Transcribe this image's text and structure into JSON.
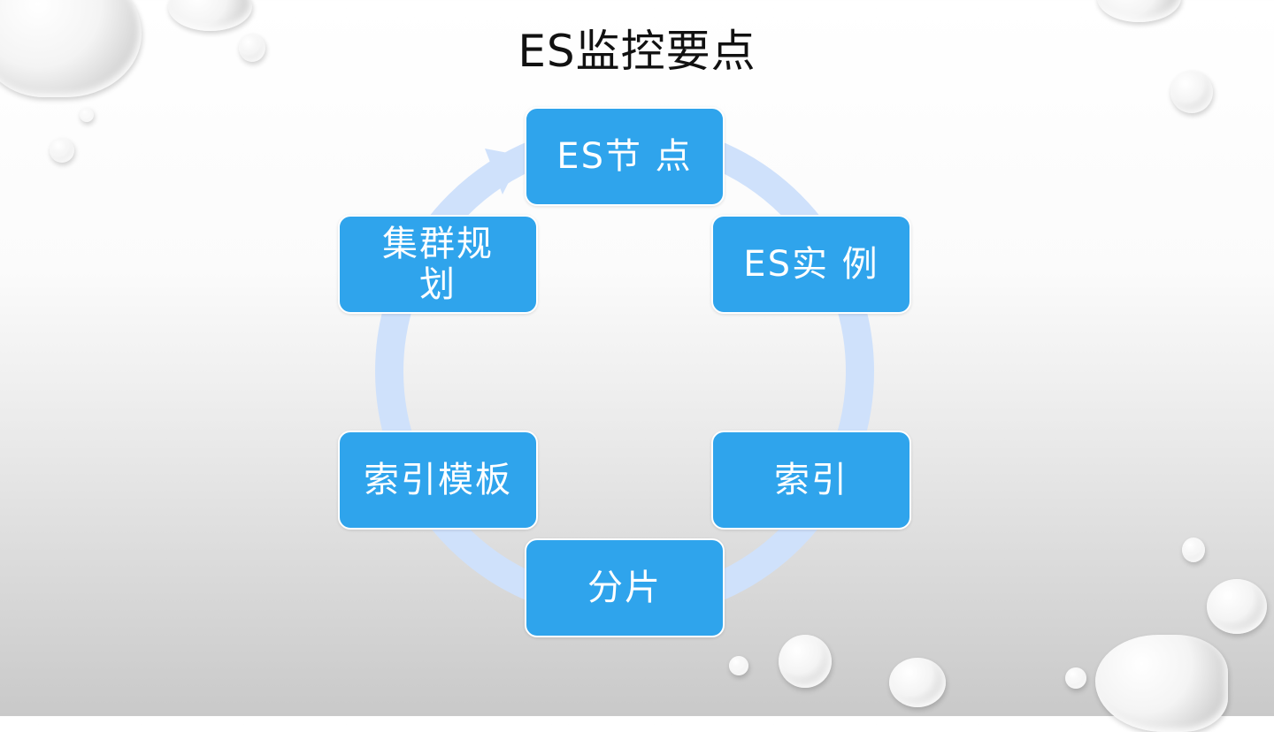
{
  "slide": {
    "title": "ES监控要点"
  },
  "diagram": {
    "type": "cycle",
    "ring_color": "#cfe1fb",
    "node_color": "#2fa4ec",
    "nodes": [
      {
        "id": "es-node",
        "label": "ES节 点"
      },
      {
        "id": "es-instance",
        "label": "ES实 例"
      },
      {
        "id": "index",
        "label": "索引"
      },
      {
        "id": "shard",
        "label": "分片"
      },
      {
        "id": "index-template",
        "label": "索引模板"
      },
      {
        "id": "cluster-planning",
        "label": "集群规\n划"
      }
    ]
  }
}
